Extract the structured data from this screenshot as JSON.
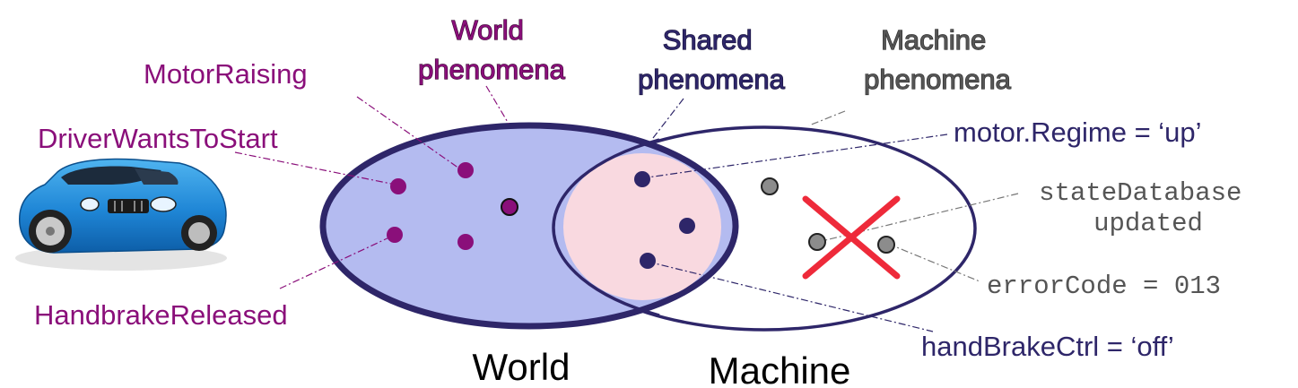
{
  "headings": {
    "world_phenomena": [
      "World",
      "phenomena"
    ],
    "shared_phenomena": [
      "Shared",
      "phenomena"
    ],
    "machine_phenomena": [
      "Machine",
      "phenomena"
    ]
  },
  "sets": {
    "world": "World",
    "machine": "Machine"
  },
  "world_labels": {
    "motor_raising": "MotorRaising",
    "driver_wants_to_start": "DriverWantsToStart",
    "handbrake_released": "HandbrakeReleased"
  },
  "shared_labels": {
    "motor_regime": "motor.Regime = ‘up’",
    "handbrake_ctrl": "handBrakeCtrl = ‘off’"
  },
  "machine_labels": {
    "state_database": [
      "stateDatabase",
      "updated"
    ],
    "error_code": "errorCode = 013"
  },
  "colors": {
    "world_purple": "#8a0f7a",
    "shared_navy": "#2e2669",
    "machine_gray": "#555555",
    "world_fill": "#b4bbf0",
    "shared_fill": "#f9d9e0",
    "cross_red": "#ee2a3a"
  }
}
